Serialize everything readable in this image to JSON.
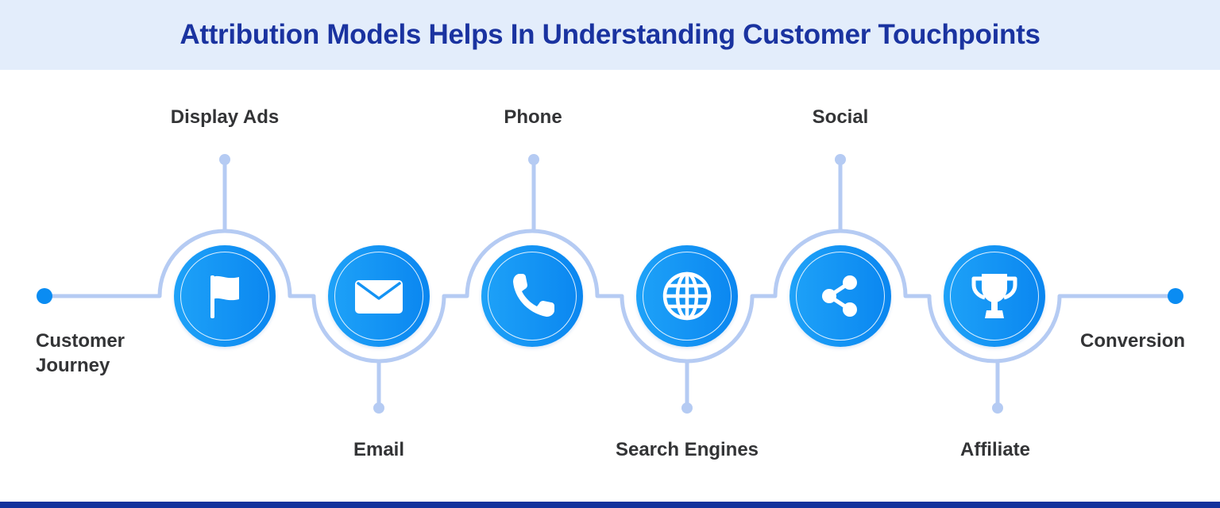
{
  "header": {
    "title": "Attribution Models Helps In Understanding Customer Touchpoints"
  },
  "colors": {
    "title": "#1a33a0",
    "header_bg": "#e3edfb",
    "node_gradient_start": "#1ea2f8",
    "node_gradient_end": "#0a86f0",
    "connector": "#b5cbf3",
    "endpoint_dot": "#0a8cf2",
    "label_text": "#333436",
    "footer_bar": "#12329c"
  },
  "start": {
    "label": "Customer\nJourney"
  },
  "end": {
    "label": "Conversion"
  },
  "touchpoints": [
    {
      "label": "Display Ads",
      "icon": "flag-icon",
      "position": "top"
    },
    {
      "label": "Email",
      "icon": "envelope-icon",
      "position": "bottom"
    },
    {
      "label": "Phone",
      "icon": "phone-icon",
      "position": "top"
    },
    {
      "label": "Search Engines",
      "icon": "globe-icon",
      "position": "bottom"
    },
    {
      "label": "Social",
      "icon": "share-icon",
      "position": "top"
    },
    {
      "label": "Affiliate",
      "icon": "trophy-icon",
      "position": "bottom"
    }
  ]
}
